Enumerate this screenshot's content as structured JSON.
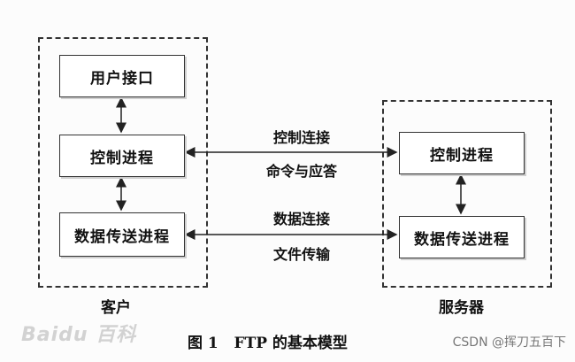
{
  "client": {
    "user_interface": "用户接口",
    "control_process": "控制进程",
    "data_transfer_process": "数据传送进程",
    "caption": "客户"
  },
  "server": {
    "control_process": "控制进程",
    "data_transfer_process": "数据传送进程",
    "caption": "服务器"
  },
  "links": {
    "control_connection": "控制连接",
    "command_reply": "命令与应答",
    "data_connection": "数据连接",
    "file_transfer": "文件传输"
  },
  "figure_caption": "图 1   FTP 的基本模型",
  "watermarks": {
    "baidu": "Baidu 百科",
    "csdn": "CSDN @挥刀五百下"
  }
}
